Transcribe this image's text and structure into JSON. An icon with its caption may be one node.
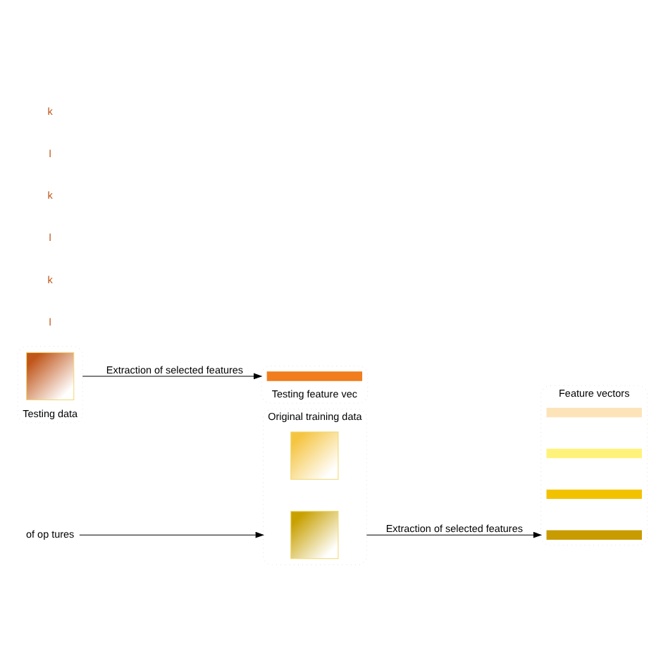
{
  "diagram": {
    "nodes": [
      {
        "text": [
          "Original training data"
        ]
      },
      {
        "text": [],
        "shape": "box",
        "in": 0
      },
      {
        "text": [],
        "shape": "box",
        "in": 0
      },
      {
        "text": [
          "Feature vectors"
        ]
      },
      {
        "text": [],
        "shape": "bar",
        "in": 3
      },
      {
        "text": [],
        "shape": "bar",
        "in": 3
      },
      {
        "text": [],
        "shape": "bar",
        "in": 3
      },
      {
        "text": [],
        "shape": "bar",
        "in": 3
      },
      {
        "text": [
          "of op tures"
        ]
      },
      {
        "text": [
          "Testing data"
        ]
      },
      {
        "text": [],
        "shape": "box",
        "in": 9
      },
      {
        "text": [
          "Testing feature vec"
        ]
      },
      {
        "text": [],
        "shape": "bar",
        "in": 11
      }
    ],
    "edges": [
      {
        "from": 0,
        "to": 3,
        "arrow": "to",
        "label": "Extraction of selected features"
      },
      {
        "from": 8,
        "to": 0,
        "arrow": "to"
      },
      {
        "from": 9,
        "to": 11,
        "arrow": "to",
        "label": "Extraction of selected features"
      }
    ],
    "labels": [
      "l",
      "k",
      "l",
      "k",
      "l",
      "k"
    ]
  }
}
